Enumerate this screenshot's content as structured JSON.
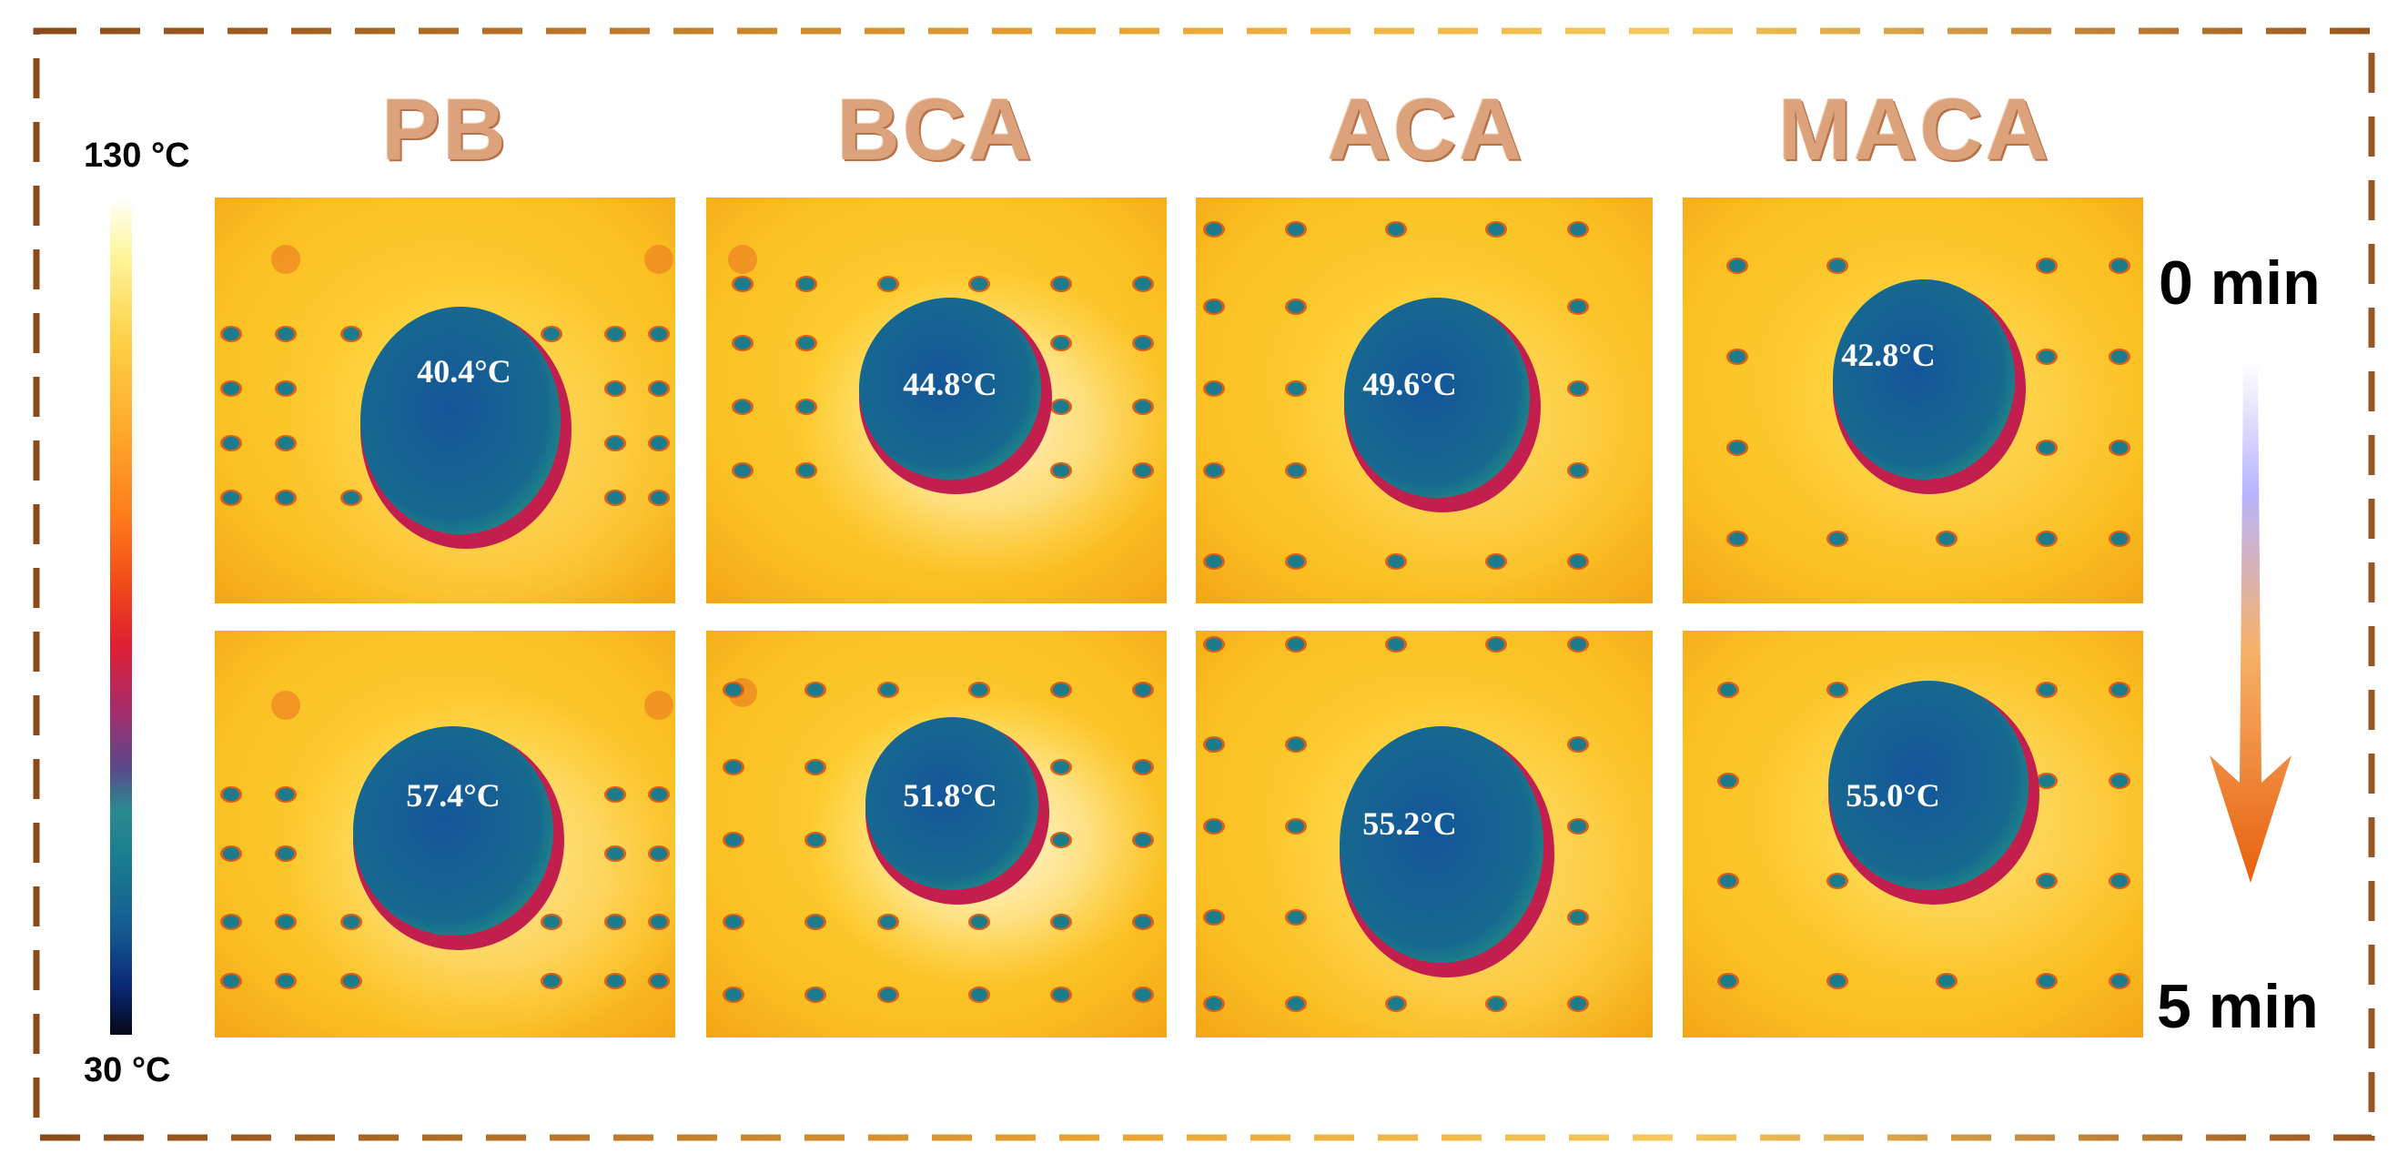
{
  "colors": {
    "frame_dash_start": "#8a4a1c",
    "frame_dash_end": "#f2c14e",
    "title": "#dba27c",
    "background": "#f8b825",
    "droplet": "#155f93",
    "droplet_rim": "#c2204a"
  },
  "scale": {
    "max_label": "130 °C",
    "min_label": "30 °C"
  },
  "time": {
    "start_label": "0 min",
    "end_label": "5 min",
    "arrow_icon": "down-arrow-icon"
  },
  "samples": [
    {
      "name": "PB",
      "top_temp": "40.4°C",
      "bottom_temp": "57.4°C"
    },
    {
      "name": "BCA",
      "top_temp": "44.8°C",
      "bottom_temp": "51.8°C"
    },
    {
      "name": "ACA",
      "top_temp": "49.6°C",
      "bottom_temp": "55.2°C"
    },
    {
      "name": "MACA",
      "top_temp": "42.8°C",
      "bottom_temp": "55.0°C"
    }
  ]
}
